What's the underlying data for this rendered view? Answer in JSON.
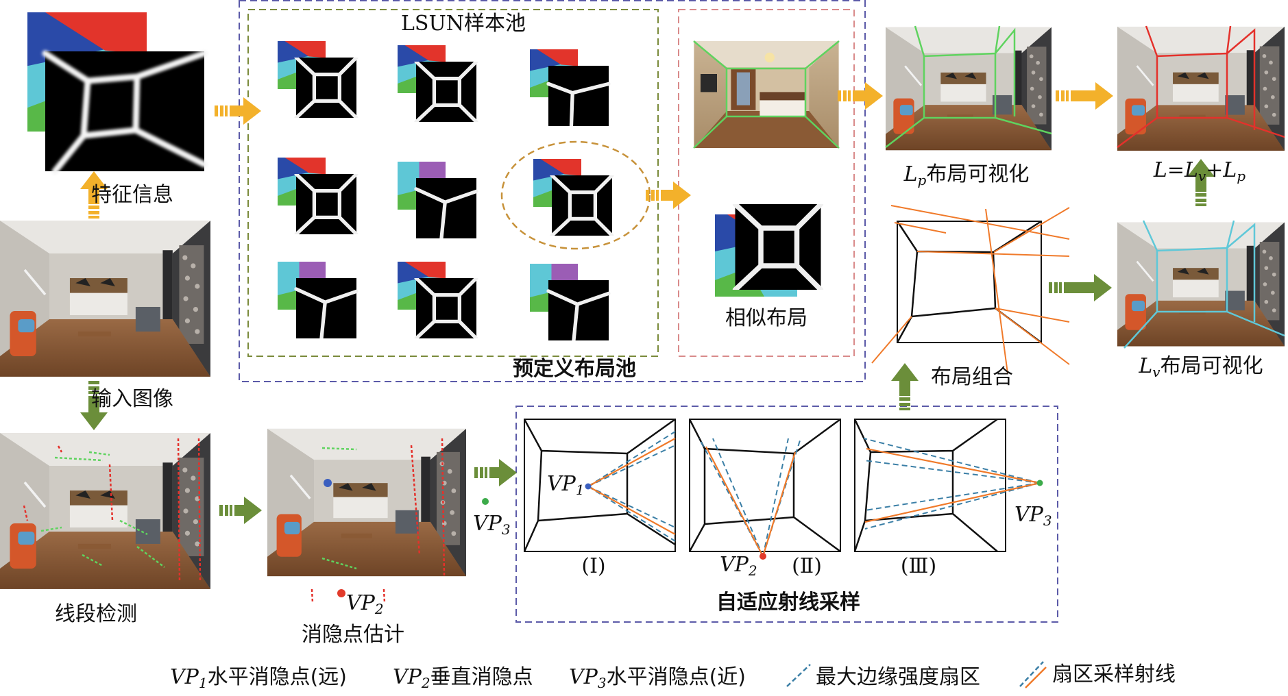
{
  "colors": {
    "orange_arrow": "#f3b12b",
    "green_arrow": "#6b8e3a",
    "box_purple": "#5b5aa8",
    "box_olive": "#7a8a3a",
    "box_pink": "#d98a8a",
    "line_green": "#5fd35f",
    "line_red": "#e4312b",
    "line_cyan": "#5fc8d8",
    "ray_orange": "#f07a2a",
    "sector_dashed": "#3b7fa6",
    "vp1_blue": "#3b5fbf",
    "vp2_red": "#e23b2b",
    "vp3_green": "#3cab4a",
    "seg_cyan": "#5ec7d6",
    "seg_navy": "#2a4aa8",
    "seg_red": "#e2342b",
    "seg_purple": "#9b5db5",
    "seg_green": "#58b848"
  },
  "labels": {
    "feature_info": "特征信息",
    "input_image": "输入图像",
    "line_detection": "线段检测",
    "vp_estimation": "消隐点估计",
    "lsun_pool": "LSUN样本池",
    "predefined_pool": "预定义布局池",
    "similar_layout": "相似布局",
    "lp_suffix": "布局可视化",
    "lv_suffix": "布局可视化",
    "layout_combination": "布局组合",
    "adaptive_ray_sampling": "自适应射线采样",
    "formula_lhs": "L=L",
    "formula_plus": "+L",
    "sub_v": "v",
    "sub_p": "p",
    "L": "L",
    "VP": "VP",
    "sub_1": "1",
    "sub_2": "2",
    "sub_3": "3",
    "roman_1": "(Ⅰ)",
    "roman_2": "(Ⅱ)",
    "roman_3": "(Ⅲ)"
  },
  "legend": {
    "vp1_desc": "水平消隐点(远)",
    "vp2_desc": "垂直消隐点",
    "vp3_desc": "水平消隐点(近)",
    "max_edge_sector": "最大边缘强度扇区",
    "sector_rays": "扇区采样射线"
  }
}
